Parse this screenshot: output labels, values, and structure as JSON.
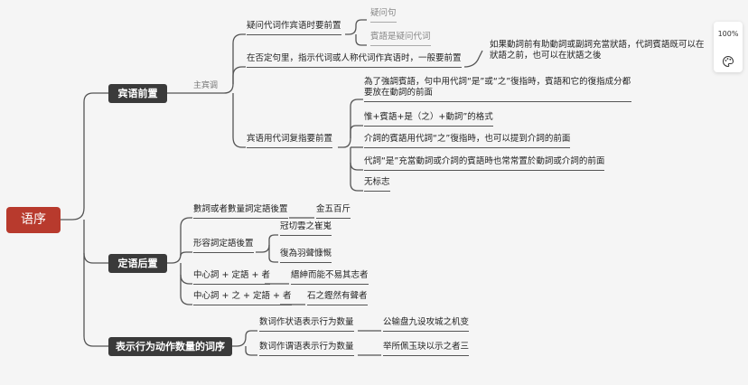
{
  "root": "语序",
  "branch_label": "主宾调",
  "main": {
    "a": "宾语前置",
    "b": "定语后置",
    "c": "表示行为动作数量的词序"
  },
  "a": {
    "n1": "疑问代词作宾语时要前置",
    "n1_children": [
      "疑问句",
      "賓語是疑问代词"
    ],
    "n2": "在否定句里，指示代词或人称代词作宾语时，一般要前置",
    "n2_note": "如果動詞前有助動詞或副詞充當狀語，代詞賓語既可以在狀語之前，也可以在狀語之後",
    "n3": "宾语用代词复指要前置",
    "n3_children": [
      "為了強調賓語，句中用代詞“是”或“之”復指時，賓語和它的復指成分都要放在動詞的前面",
      "惟+賓語+是（之）+動詞”的格式",
      "介詞的賓語用代詞“之”復指時，也可以提到介詞的前面",
      "代詞“是”充當動詞或介詞的賓語時也常常置於動詞或介詞的前面",
      "无标志"
    ]
  },
  "b": {
    "n1": "數詞或者數量詞定語後置",
    "n1_child": "金五百斤",
    "n2": "形容詞定語後置",
    "n2_children": [
      "冠切雲之崔嵬",
      "復為羽聲慷慨"
    ],
    "n3": "中心詞 + 定語 + 者",
    "n3_child": "縉紳而能不易其志者",
    "n4": "中心詞 + 之 + 定語 + 者",
    "n4_child": "石之鏗然有聲者"
  },
  "c": {
    "n1": "数词作状语表示行为数量",
    "n1_child": "公输盘九设攻城之机变",
    "n2": "数词作谓语表示行为数量",
    "n2_child": "举所佩玉玦以示之者三"
  },
  "ui": {
    "zoom": "100%",
    "palette_icon": "palette-icon"
  },
  "colors": {
    "root": "#b83a2d",
    "main": "#3a3a3a",
    "line": "#555555",
    "background": "#f5f5f5"
  }
}
